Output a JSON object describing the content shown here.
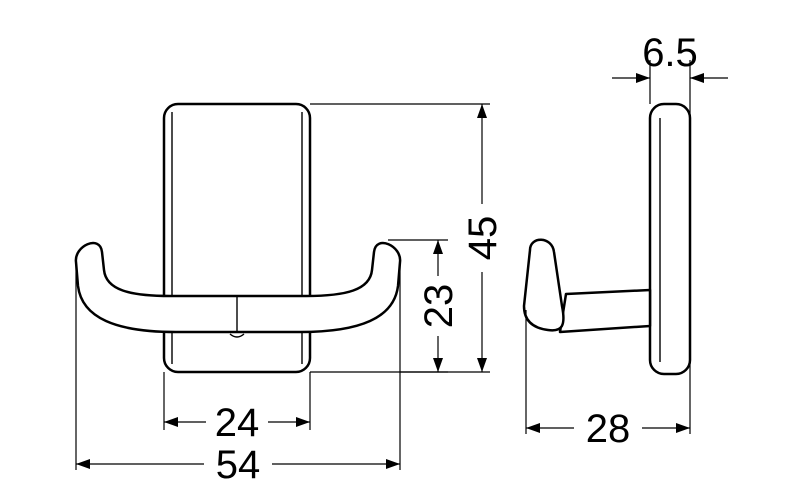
{
  "diagram": {
    "dimensions": {
      "plate_width": "24",
      "overall_width": "54",
      "hook_height": "23",
      "overall_height": "45",
      "plate_thickness": "6.5",
      "depth": "28"
    }
  }
}
